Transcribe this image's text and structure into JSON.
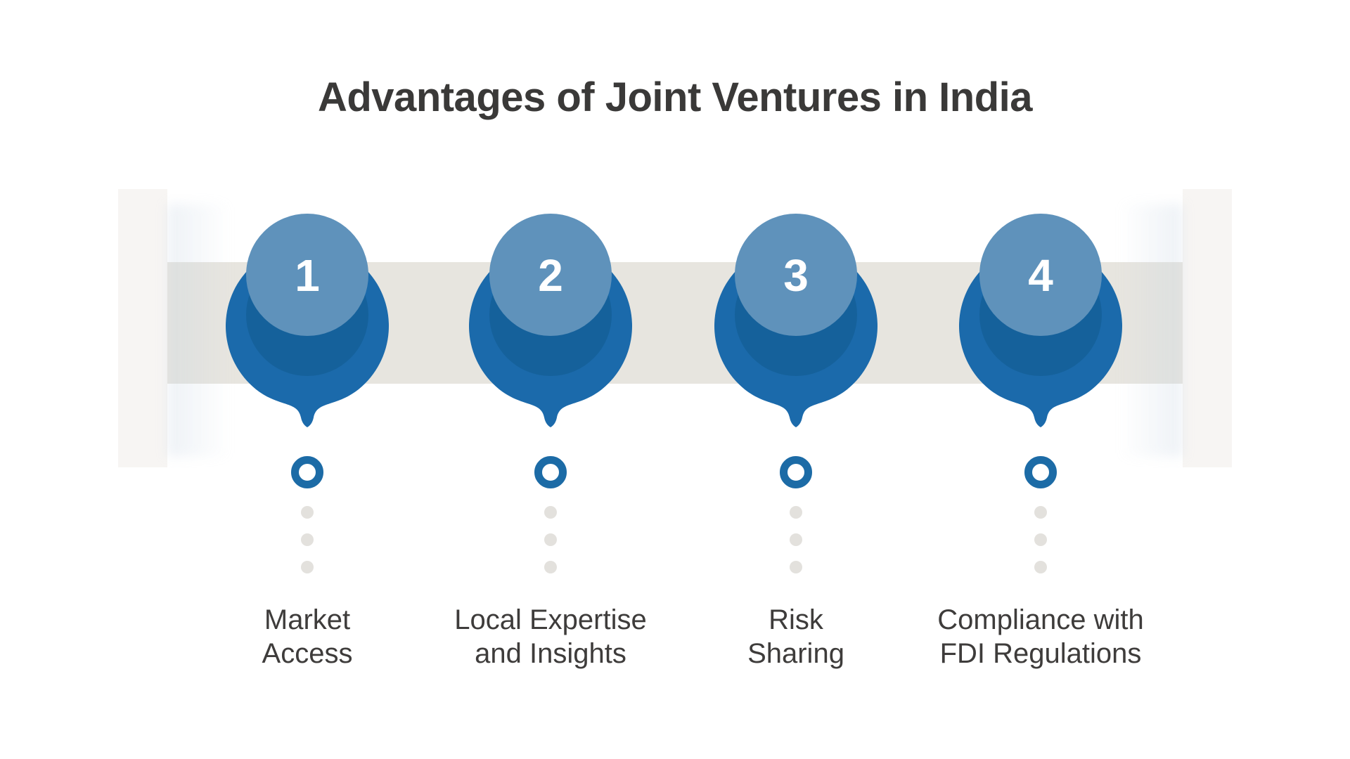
{
  "title": "Advantages of Joint Ventures in India",
  "steps": [
    {
      "number": "1",
      "label": [
        "Market",
        "Access"
      ]
    },
    {
      "number": "2",
      "label": [
        "Local Expertise",
        "and Insights"
      ]
    },
    {
      "number": "3",
      "label": [
        "Risk",
        "Sharing"
      ]
    },
    {
      "number": "4",
      "label": [
        "Compliance with",
        "FDI Regulations"
      ]
    }
  ],
  "colors": {
    "pin-dark": "#1b6aab",
    "pin-shadow": "#15619b",
    "pin-light": "#5f92bb",
    "number-text": "#ffffff",
    "ring": "#1c6ba6",
    "band": "#e7e5df",
    "strip": "#f7f5f3",
    "dot": "#e3e1dd",
    "title-text": "#3a3938",
    "label-text": "#3e3c3b",
    "background": "#ffffff"
  }
}
